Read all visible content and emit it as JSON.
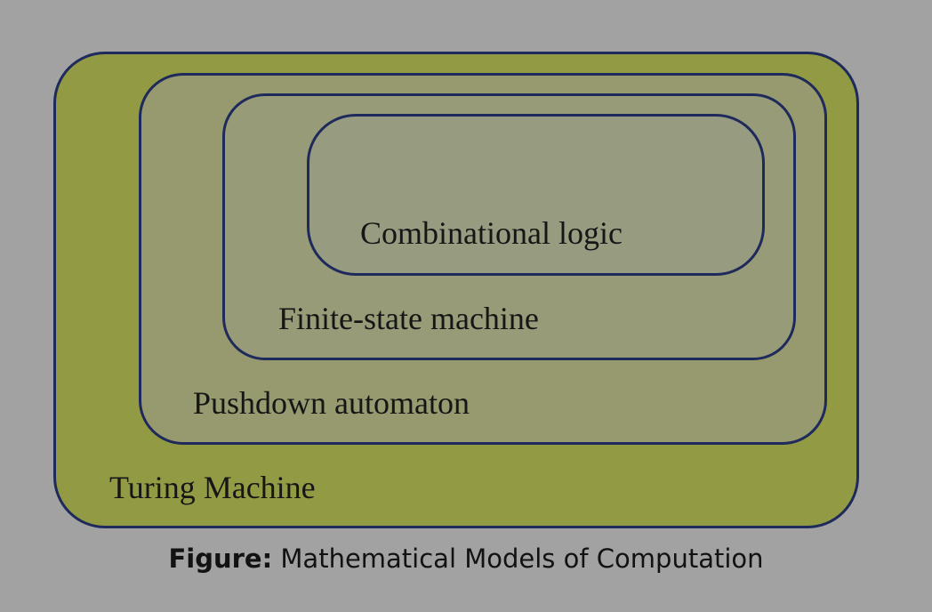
{
  "diagram": {
    "levels": [
      {
        "id": "turing",
        "label": "Turing Machine"
      },
      {
        "id": "pushdown",
        "label": "Pushdown automaton"
      },
      {
        "id": "fsm",
        "label": "Finite-state machine"
      },
      {
        "id": "comb",
        "label": "Combinational logic"
      }
    ],
    "colors": {
      "background": "#a2a2a2",
      "outer_fill": "#929a44",
      "border": "#1f2a5c"
    }
  },
  "caption": {
    "prefix": "Figure:",
    "text": "Mathematical Models of Computation"
  }
}
